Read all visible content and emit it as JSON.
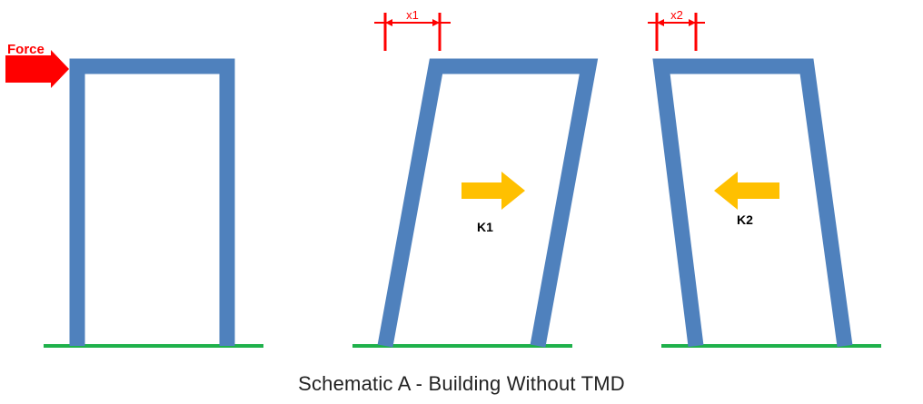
{
  "labels": {
    "force": "Force",
    "x1": "x1",
    "x2": "x2",
    "k1": "K1",
    "k2": "K2"
  },
  "caption": "Schematic A - Building Without TMD",
  "colors": {
    "frame": "#4f81bd",
    "ground": "#1fb14b",
    "force_arrow": "#ff0000",
    "spring_arrow": "#ffc000",
    "dimension": "#ff0000",
    "text": "#000000"
  }
}
